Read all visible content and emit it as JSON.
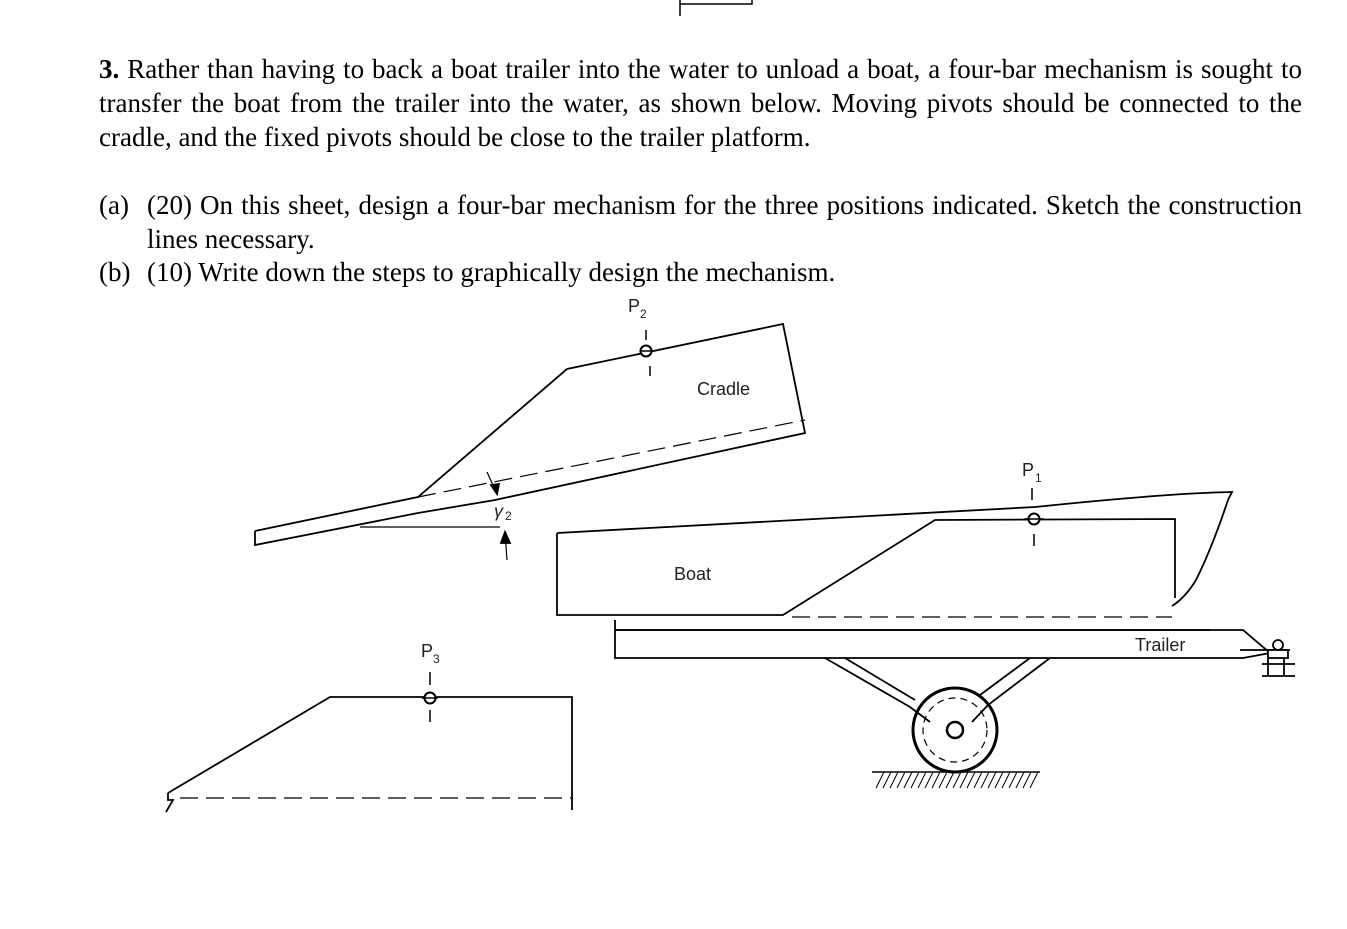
{
  "problem": {
    "number": "3.",
    "text": "Rather than having to back a boat trailer into the water to unload a boat, a four-bar mechanism is sought to transfer the boat from the trailer into the water, as shown below. Moving pivots should be connected to the cradle, and the fixed pivots should be close to the trailer platform."
  },
  "parts": [
    {
      "tag": "(a)",
      "text": "(20) On this sheet, design a four-bar mechanism for the three positions indicated. Sketch the construction lines necessary."
    },
    {
      "tag": "(b)",
      "text": "(10) Write down the steps to graphically design the mechanism."
    }
  ],
  "figure": {
    "cradle_label": "Cradle",
    "boat_label": "Boat",
    "trailer_label": "Trailer",
    "gamma_label": "γ",
    "gamma_sub": "2",
    "p1_label": "P",
    "p1_sub": "1",
    "p2_label": "P",
    "p2_sub": "2",
    "p3_label": "P",
    "p3_sub": "3"
  }
}
